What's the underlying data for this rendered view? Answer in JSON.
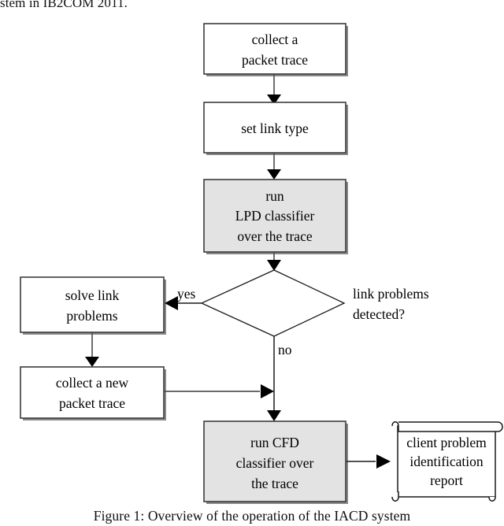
{
  "page": {
    "top_cut_text": "stem in IB2COM 2011.",
    "caption": "Figure 1: Overview of the operation of the IACD system"
  },
  "colors": {
    "shaded_node_fill": "#e3e3e3",
    "plain_node_fill": "#ffffff",
    "node_stroke": "#3b3b3b",
    "connector": "#555555",
    "text": "#000000"
  },
  "chart_data": {
    "type": "diagram",
    "title": "Figure 1: Overview of the operation of the IACD system",
    "nodes": [
      {
        "id": "collect_trace",
        "shape": "process",
        "fill": "white",
        "lines": [
          "collect a",
          "packet trace"
        ]
      },
      {
        "id": "set_link_type",
        "shape": "process",
        "fill": "white",
        "lines": [
          "set link type"
        ]
      },
      {
        "id": "run_lpd",
        "shape": "process",
        "fill": "shaded",
        "lines": [
          "run",
          "LPD classifier",
          "over the trace"
        ]
      },
      {
        "id": "link_problems",
        "shape": "decision",
        "fill": "white",
        "lines": [
          "link problems",
          "detected?"
        ]
      },
      {
        "id": "solve_link",
        "shape": "process",
        "fill": "white",
        "lines": [
          "solve link",
          "problems"
        ]
      },
      {
        "id": "collect_new_trace",
        "shape": "process",
        "fill": "white",
        "lines": [
          "collect a new",
          "packet trace"
        ]
      },
      {
        "id": "run_cfd",
        "shape": "process",
        "fill": "shaded",
        "lines": [
          "run CFD",
          "classifier over",
          "the trace"
        ]
      },
      {
        "id": "report",
        "shape": "document-scroll",
        "fill": "white",
        "lines": [
          "client problem",
          "identification",
          "report"
        ]
      }
    ],
    "edges": [
      {
        "from": "collect_trace",
        "to": "set_link_type",
        "label": ""
      },
      {
        "from": "set_link_type",
        "to": "run_lpd",
        "label": ""
      },
      {
        "from": "run_lpd",
        "to": "link_problems",
        "label": ""
      },
      {
        "from": "link_problems",
        "to": "solve_link",
        "label": "yes"
      },
      {
        "from": "link_problems",
        "to": "run_cfd",
        "label": "no"
      },
      {
        "from": "solve_link",
        "to": "collect_new_trace",
        "label": ""
      },
      {
        "from": "collect_new_trace",
        "to": "run_cfd",
        "label": ""
      },
      {
        "from": "run_cfd",
        "to": "report",
        "label": ""
      }
    ]
  },
  "nodes": {
    "collect_trace": {
      "line1": "collect a",
      "line2": "packet trace"
    },
    "set_link_type": {
      "line1": "set link type"
    },
    "run_lpd": {
      "line1": "run",
      "line2": "LPD classifier",
      "line3": "over the trace"
    },
    "decision": {
      "line1": "link problems",
      "line2": "detected?"
    },
    "solve_link": {
      "line1": "solve link",
      "line2": "problems"
    },
    "collect_new_trace": {
      "line1": "collect a new",
      "line2": "packet trace"
    },
    "run_cfd": {
      "line1": "run CFD",
      "line2": "classifier over",
      "line3": "the trace"
    },
    "report": {
      "line1": "client problem",
      "line2": "identification",
      "line3": "report"
    }
  },
  "edges": {
    "yes_label": "yes",
    "no_label": "no"
  }
}
